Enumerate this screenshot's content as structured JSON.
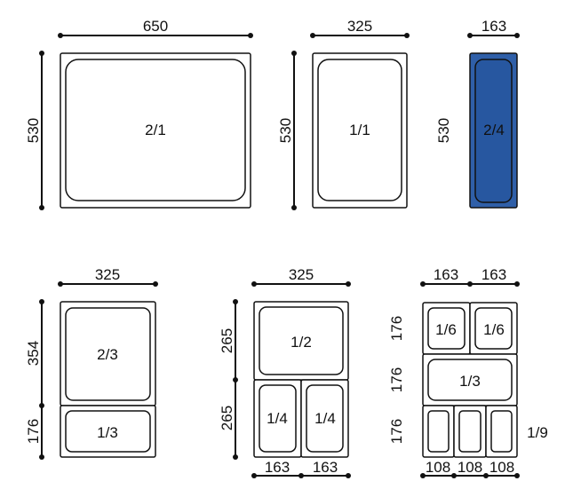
{
  "colors": {
    "highlight": "#2f5fa8",
    "line": "#111111"
  },
  "top": {
    "pan_2_1": {
      "label": "2/1",
      "width": "650",
      "height": "530"
    },
    "pan_1_1": {
      "label": "1/1",
      "width": "325",
      "height": "530"
    },
    "pan_2_4": {
      "label": "2/4",
      "width": "163",
      "height": "530"
    }
  },
  "bottom": {
    "set_thirds": {
      "width": "325",
      "h_top": "354",
      "h_bottom": "176",
      "label_top": "2/3",
      "label_bottom": "1/3"
    },
    "set_half": {
      "width": "325",
      "h_top": "265",
      "h_bottom": "265",
      "label_top": "1/2",
      "label_left": "1/4",
      "label_right": "1/4",
      "w_left": "163",
      "w_right": "163"
    },
    "set_ninths": {
      "w_top_left": "163",
      "w_top_right": "163",
      "h1": "176",
      "h2": "176",
      "h3": "176",
      "label_a": "1/6",
      "label_b": "1/6",
      "label_mid": "1/3",
      "label_ninth": "1/9",
      "w1": "108",
      "w2": "108",
      "w3": "108"
    }
  }
}
